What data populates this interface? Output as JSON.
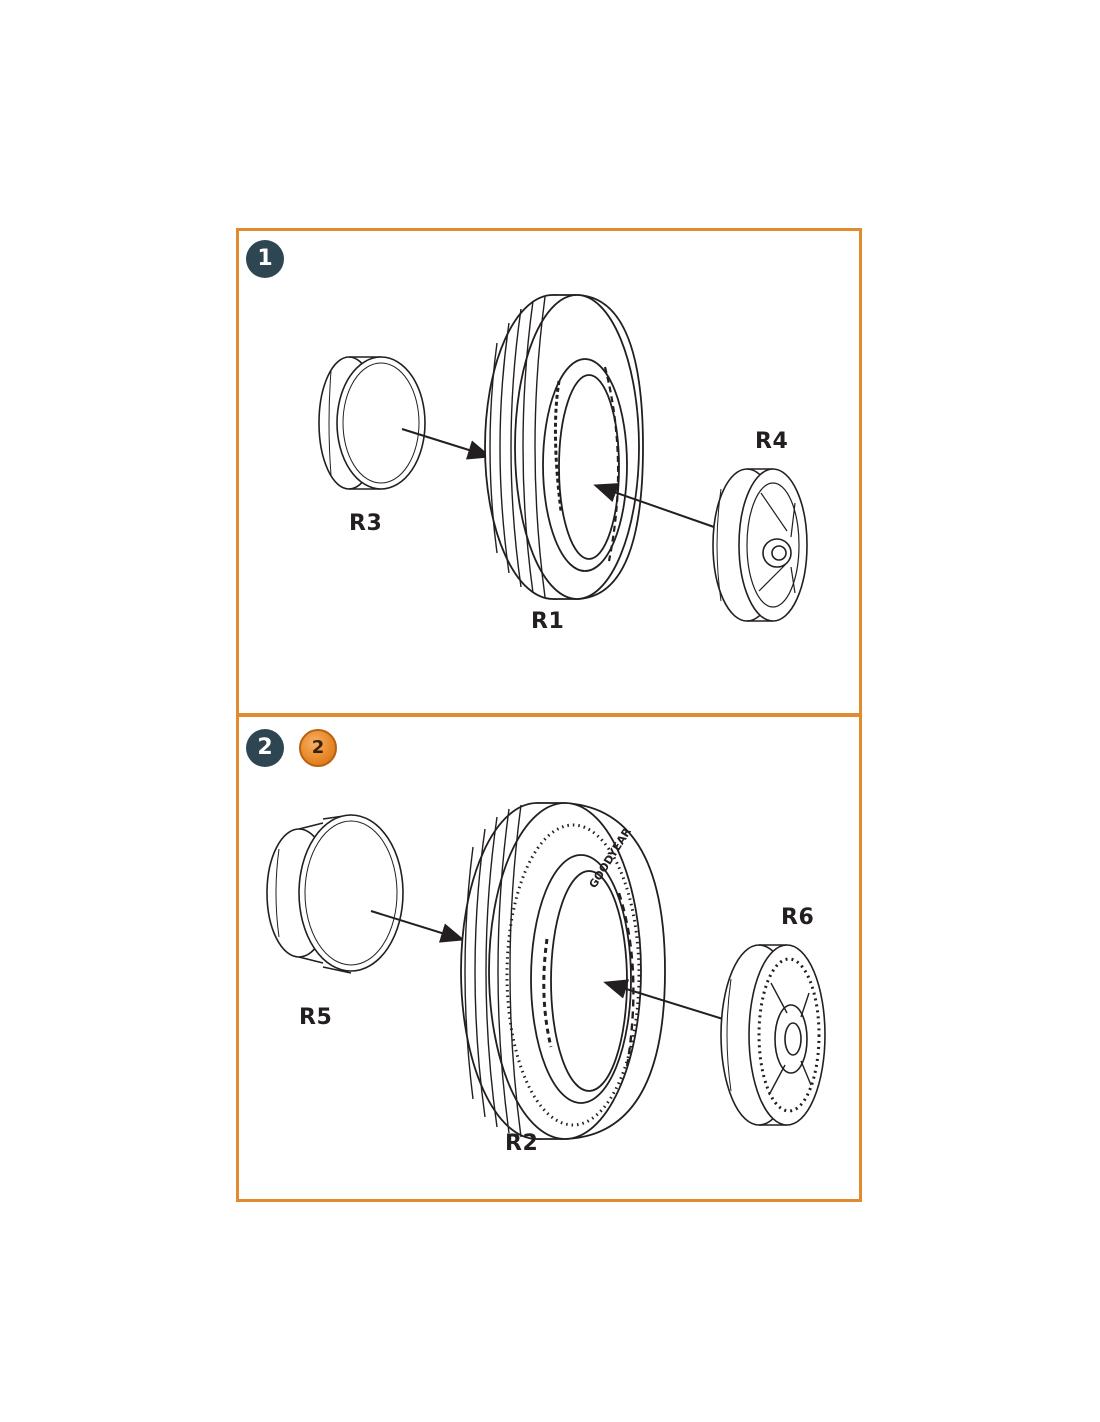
{
  "steps": [
    {
      "number": "1",
      "parts": {
        "hub_left": "R3",
        "tire": "R1",
        "hub_right": "R4"
      }
    },
    {
      "number": "2",
      "alt_marker": "2",
      "parts": {
        "hub_left": "R5",
        "tire": "R2",
        "hub_right": "R6"
      },
      "tire_lettering": "GOODYEAR"
    }
  ],
  "colors": {
    "frame": "#e08b2f",
    "badge": "#2e4652",
    "alt_badge": "#e8892a",
    "line": "#231f20"
  }
}
